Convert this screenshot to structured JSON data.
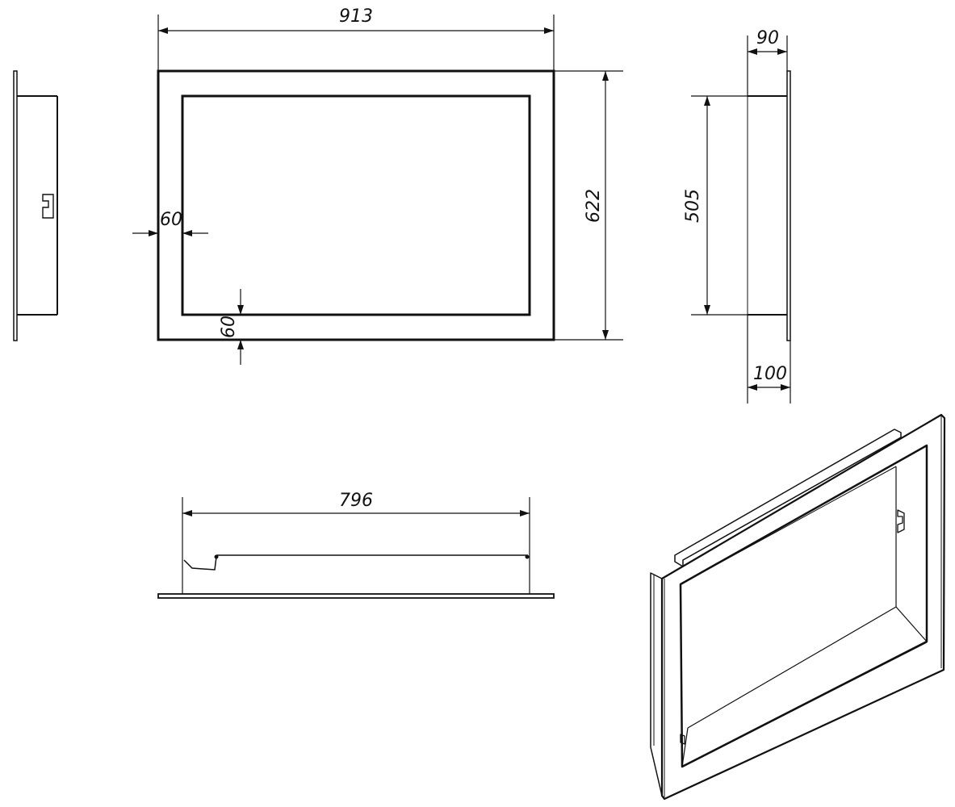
{
  "colors": {
    "line": "#111111",
    "background": "#ffffff"
  },
  "dimensions": {
    "overall_width": "913",
    "overall_height": "622",
    "frame_side_width": "60",
    "frame_bottom_width": "60",
    "depth_top": "90",
    "depth_bottom": "100",
    "inner_height": "505",
    "inner_width": "796"
  }
}
